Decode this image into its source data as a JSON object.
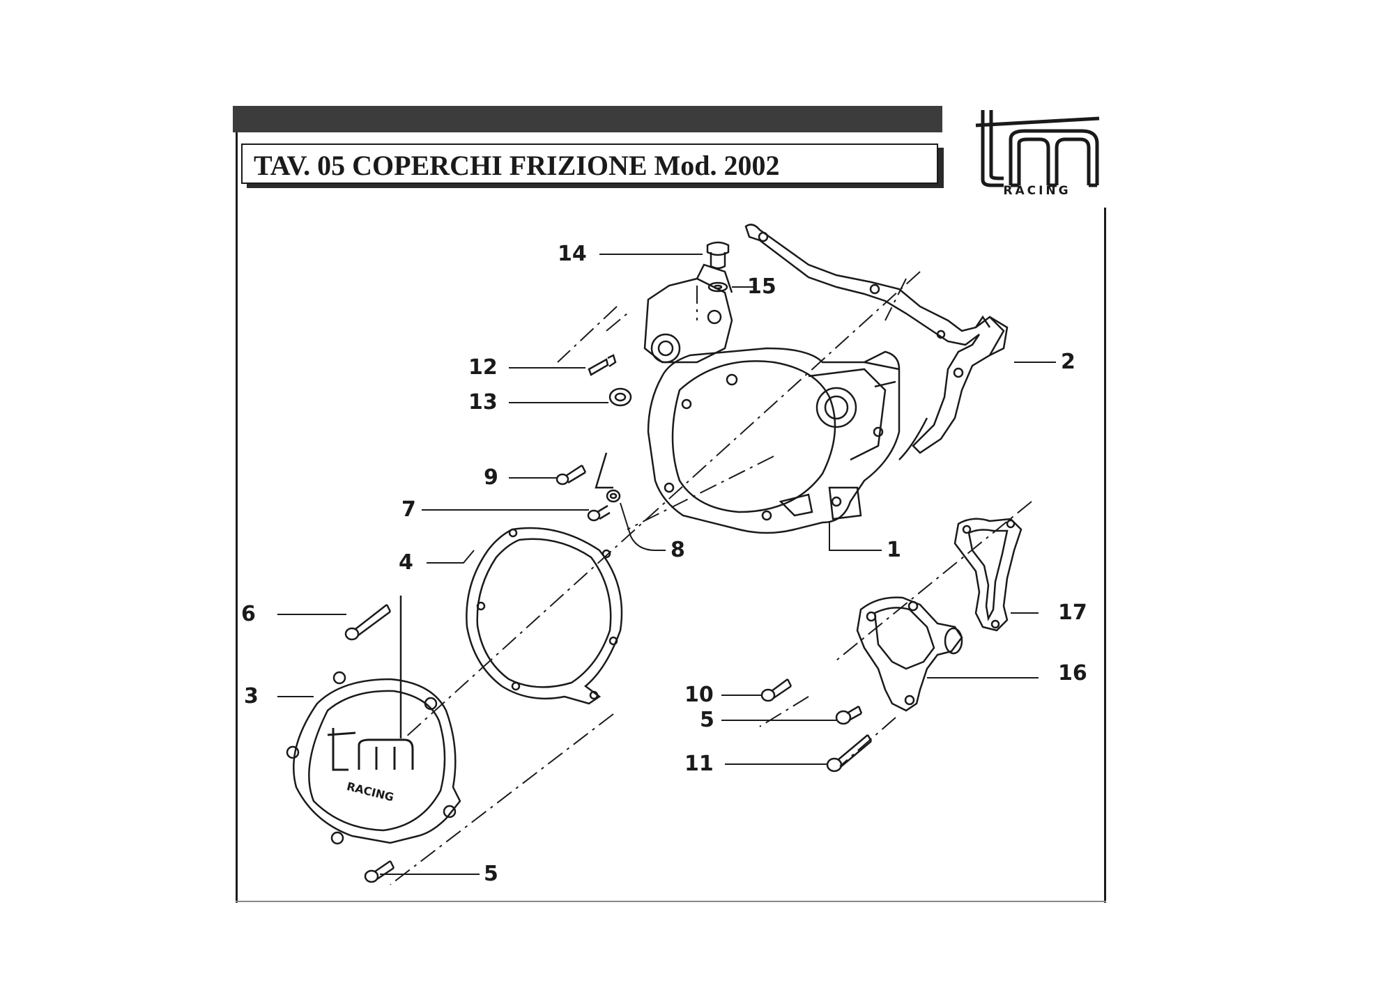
{
  "title": "TAV. 05 COPERCHI FRIZIONE Mod. 2002",
  "logo": {
    "mark": "tm",
    "subtitle": "RACING"
  },
  "cover_logo": {
    "mark": "tm",
    "subtitle": "RACING"
  },
  "callouts": {
    "c1": "1",
    "c2": "2",
    "c3": "3",
    "c4": "4",
    "c5a": "5",
    "c5b": "5",
    "c6": "6",
    "c7": "7",
    "c8": "8",
    "c9": "9",
    "c10": "10",
    "c11": "11",
    "c12": "12",
    "c13": "13",
    "c14": "14",
    "c15": "15",
    "c16": "16",
    "c17": "17"
  },
  "colors": {
    "ink": "#1a1a1a",
    "header_bar": "#3c3c3c",
    "paper": "#ffffff"
  }
}
